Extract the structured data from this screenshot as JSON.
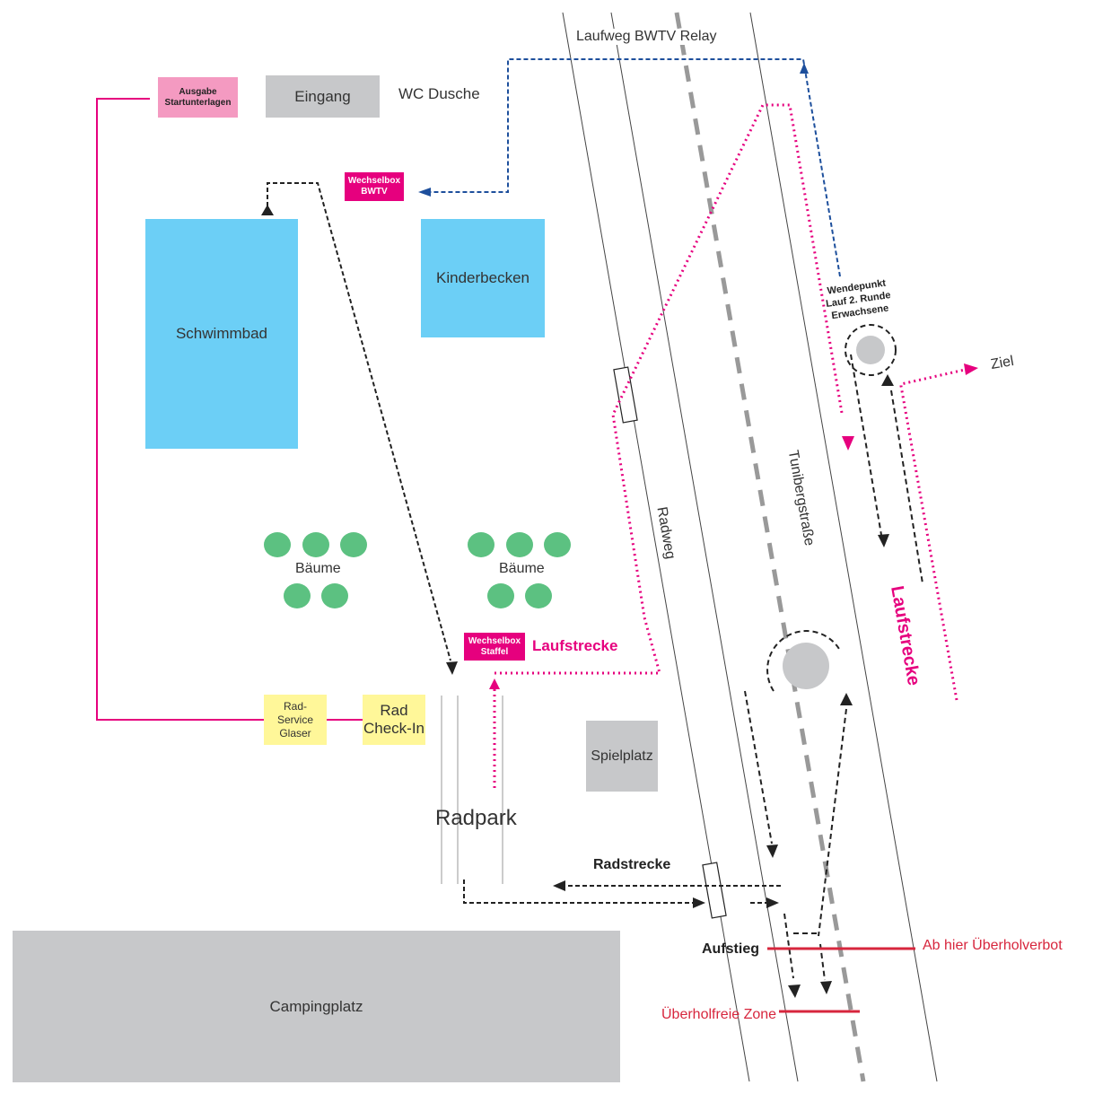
{
  "areas": {
    "ausgabe": "Ausgabe\nStartunterlagen",
    "eingang": "Eingang",
    "wc_dusche": "WC Dusche",
    "wechselbox_bwtv": "Wechselbox\nBWTV",
    "schwimmbad": "Schwimmbad",
    "kinderbecken": "Kinderbecken",
    "baeume_left": "Bäume",
    "baeume_right": "Bäume",
    "wechselbox_staffel": "Wechselbox\nStaffel",
    "rad_service": "Rad-\nService\nGlaser",
    "rad_checkin": "Rad\nCheck-In",
    "spielplatz": "Spielplatz",
    "radpark": "Radpark",
    "campingplatz": "Campingplatz"
  },
  "routes": {
    "laufweg_bwtv": "Laufweg BWTV Relay",
    "laufstrecke_horizontal": "Laufstrecke",
    "laufstrecke_vertical": "Laufstrecke",
    "radstrecke": "Radstrecke",
    "aufstieg": "Aufstieg",
    "ueberholverbot": "Ab hier Überholverbot",
    "ueberholfreie_zone": "Überholfreie Zone",
    "ziel": "Ziel",
    "wendepunkt": "Wendepunkt\nLauf 2. Runde\nErwachsene"
  },
  "roads": {
    "radweg": "Radweg",
    "strasse": "Tunibergstraße"
  },
  "colors": {
    "pool": "#6ccff6",
    "grey": "#c7c8ca",
    "magenta": "#e6007e",
    "pink": "#f49ac1",
    "yellow": "#fff799",
    "tree": "#5cc181",
    "blue_route": "#1d4f9c",
    "red_zone": "#d7263d"
  },
  "icons": [
    "arrow-icon",
    "roundabout-icon",
    "tree-icon"
  ]
}
